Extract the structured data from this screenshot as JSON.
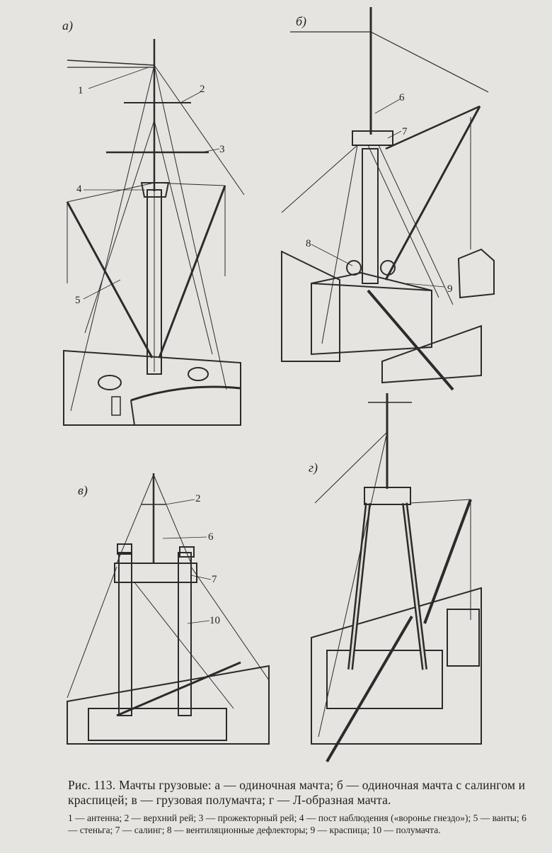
{
  "panels": [
    {
      "id": "a",
      "label": "а)",
      "callouts": [
        "1",
        "2",
        "3",
        "4",
        "5"
      ]
    },
    {
      "id": "b",
      "label": "б)",
      "callouts": [
        "6",
        "7",
        "8",
        "9"
      ]
    },
    {
      "id": "v",
      "label": "в)",
      "callouts": [
        "2",
        "6",
        "7",
        "10"
      ]
    },
    {
      "id": "g",
      "label": "г)",
      "callouts": []
    }
  ],
  "caption": {
    "text": "Рис. 113. Мачты грузовые: а — одиночная мачта; б — одиночная мачта с салингом и краспицей; в — грузовая полумачта; г — Л-образная мачта."
  },
  "legend": {
    "text": "1 — антенна; 2 — верхний рей; 3 — прожекторный рей; 4 — пост наблюдения («воронье гнездо»); 5 — ванты; 6 — стеньга; 7 — салинг; 8 — вентиляционные дефлекторы; 9 — краспица; 10 — полумачта."
  }
}
